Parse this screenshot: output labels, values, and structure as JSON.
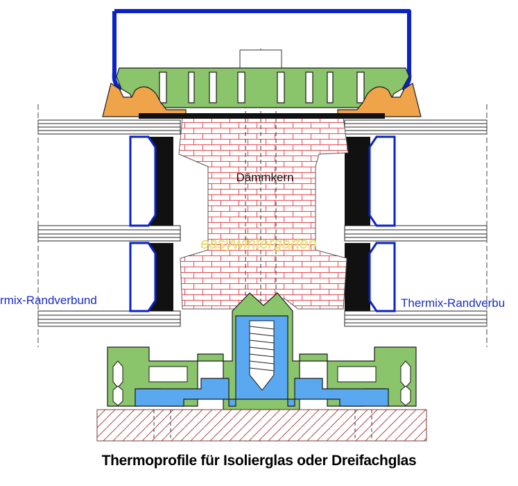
{
  "diagram": {
    "core_label": "Dämmkern",
    "left_label": "rmix-Randverbund",
    "right_label": "Thermix-Randverbu",
    "watermark": "easywintergarten",
    "caption": "Thermoprofile für Isolierglas oder Dreifachglas"
  },
  "colors": {
    "profile_green": "#8ac46b",
    "cap_blue": "#0a22c8",
    "gasket_orange": "#f0a44a",
    "core_blue": "#5aa8f0",
    "brick_red": "#e8474e",
    "label_blue": "#1a2bc4",
    "watermark_yellow": "#f2ec8a"
  }
}
